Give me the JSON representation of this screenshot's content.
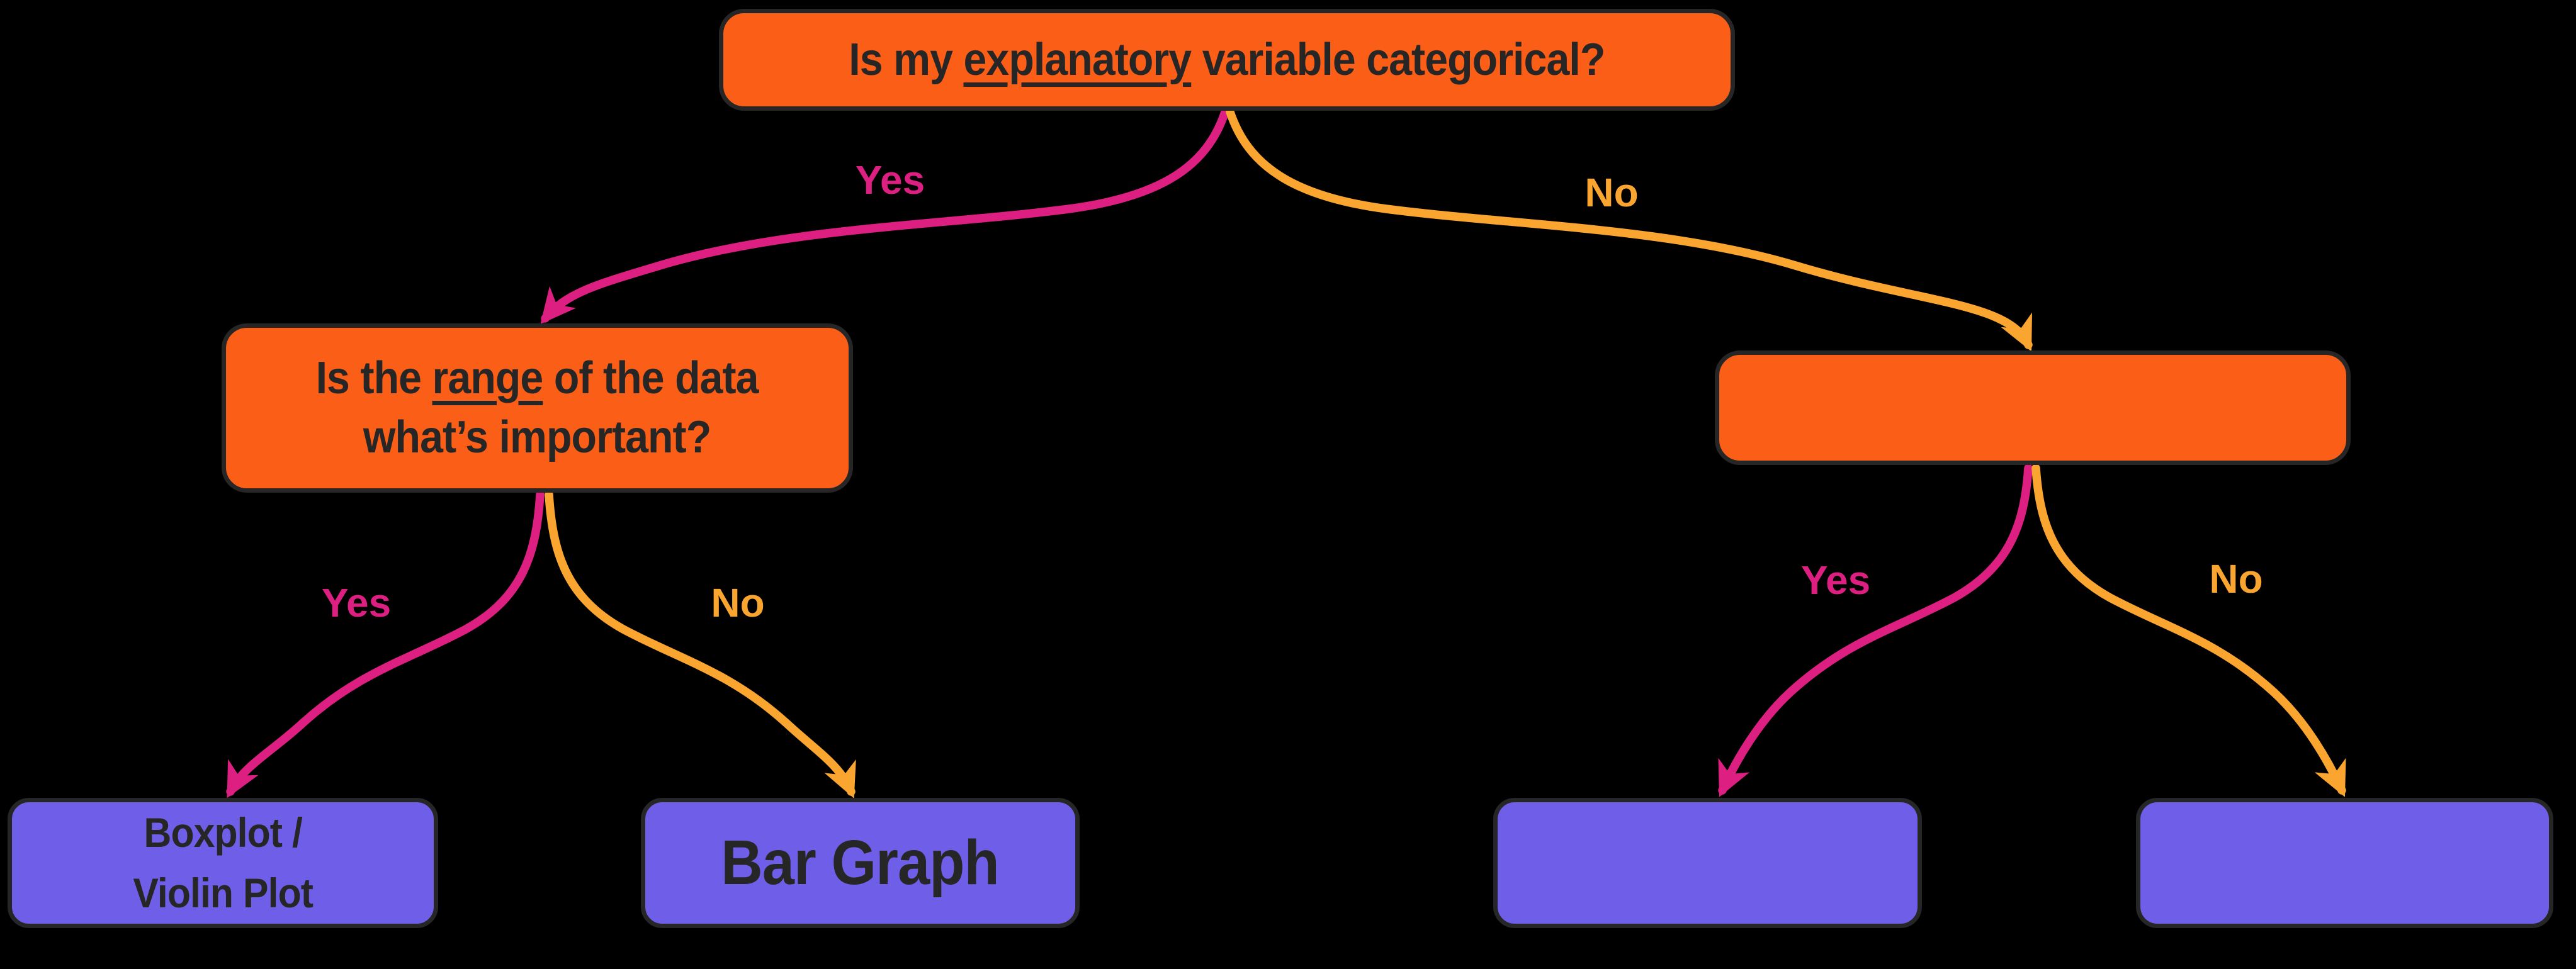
{
  "colors": {
    "background": "#000000",
    "orange": "#FB5E17",
    "purple": "#6F5FE8",
    "pink": "#DC1F80",
    "yellow": "#FAA530",
    "ink": "#262626"
  },
  "nodes": {
    "root": {
      "pre": "Is my ",
      "underlined": "explanatory",
      "post": " variable categorical?"
    },
    "left_question": {
      "line1_pre": "Is the ",
      "line1_underlined": "range",
      "line1_post": " of the data",
      "line2": "what’s important?"
    },
    "right_question": {
      "label": ""
    },
    "leaf_boxplot_violin": {
      "line1": "Boxplot /",
      "line2": "Violin Plot"
    },
    "leaf_bar_graph": {
      "label": "Bar Graph"
    },
    "leaf_right_yes": {
      "label": ""
    },
    "leaf_right_no": {
      "label": ""
    }
  },
  "branch_labels": {
    "top_yes": "Yes",
    "top_no": "No",
    "left_yes": "Yes",
    "left_no": "No",
    "right_yes": "Yes",
    "right_no": "No"
  }
}
